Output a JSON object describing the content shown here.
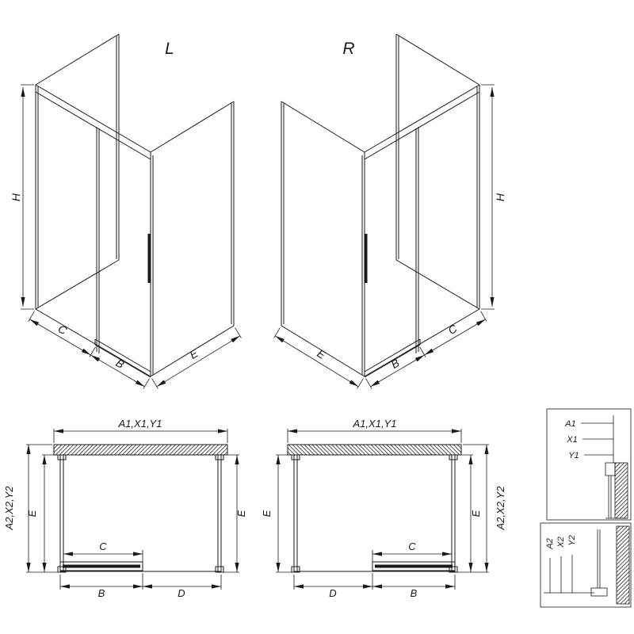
{
  "colors": {
    "ink": "#1a1a1a",
    "background": "#ffffff"
  },
  "iso_left": {
    "variant": "L",
    "dim_height": "H",
    "dim_front_1": "C",
    "dim_front_2": "B",
    "dim_depth": "E"
  },
  "iso_right": {
    "variant": "R",
    "dim_height": "H",
    "dim_front_1": "B",
    "dim_front_2": "C",
    "dim_depth": "E"
  },
  "plan_left": {
    "dim_width_top": "A1,X1,Y1",
    "dim_depth_outer": "A2,X2,Y2",
    "dim_depth_left": "E",
    "dim_depth_right": "E",
    "dim_clear": "C",
    "dim_door": "B",
    "dim_fixed": "D"
  },
  "plan_right": {
    "dim_width_top": "A1,X1,Y1",
    "dim_depth_outer": "A2,X2,Y2",
    "dim_depth_left": "E",
    "dim_depth_right": "E",
    "dim_clear": "C",
    "dim_door": "B",
    "dim_fixed": "D"
  },
  "detail_top": {
    "labels": [
      "A1",
      "X1",
      "Y1"
    ]
  },
  "detail_bottom": {
    "labels": [
      "A2",
      "X2",
      "Y2"
    ]
  }
}
